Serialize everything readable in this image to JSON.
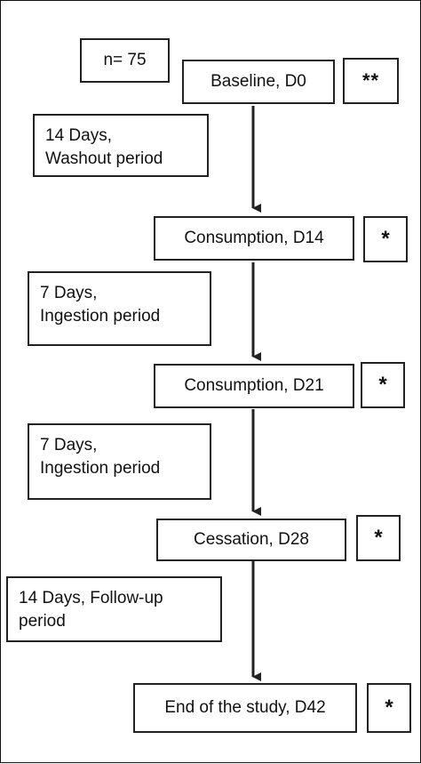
{
  "sample": {
    "label": "n= 75"
  },
  "steps": [
    {
      "label": "Baseline, D0",
      "marker": "**"
    },
    {
      "label": "Consumption, D14",
      "marker": "*"
    },
    {
      "label": "Consumption, D21",
      "marker": "*"
    },
    {
      "label": "Cessation, D28",
      "marker": "*"
    },
    {
      "label": "End of the study, D42",
      "marker": "*"
    }
  ],
  "periods": [
    {
      "line1": "14 Days,",
      "line2": "Washout period"
    },
    {
      "line1": "7 Days,",
      "line2": "Ingestion period"
    },
    {
      "line1": "7 Days,",
      "line2": "Ingestion period"
    },
    {
      "line1": "14 Days, Follow-up",
      "line2": "period"
    }
  ],
  "colors": {
    "line": "#222222",
    "background": "#ffffff"
  }
}
